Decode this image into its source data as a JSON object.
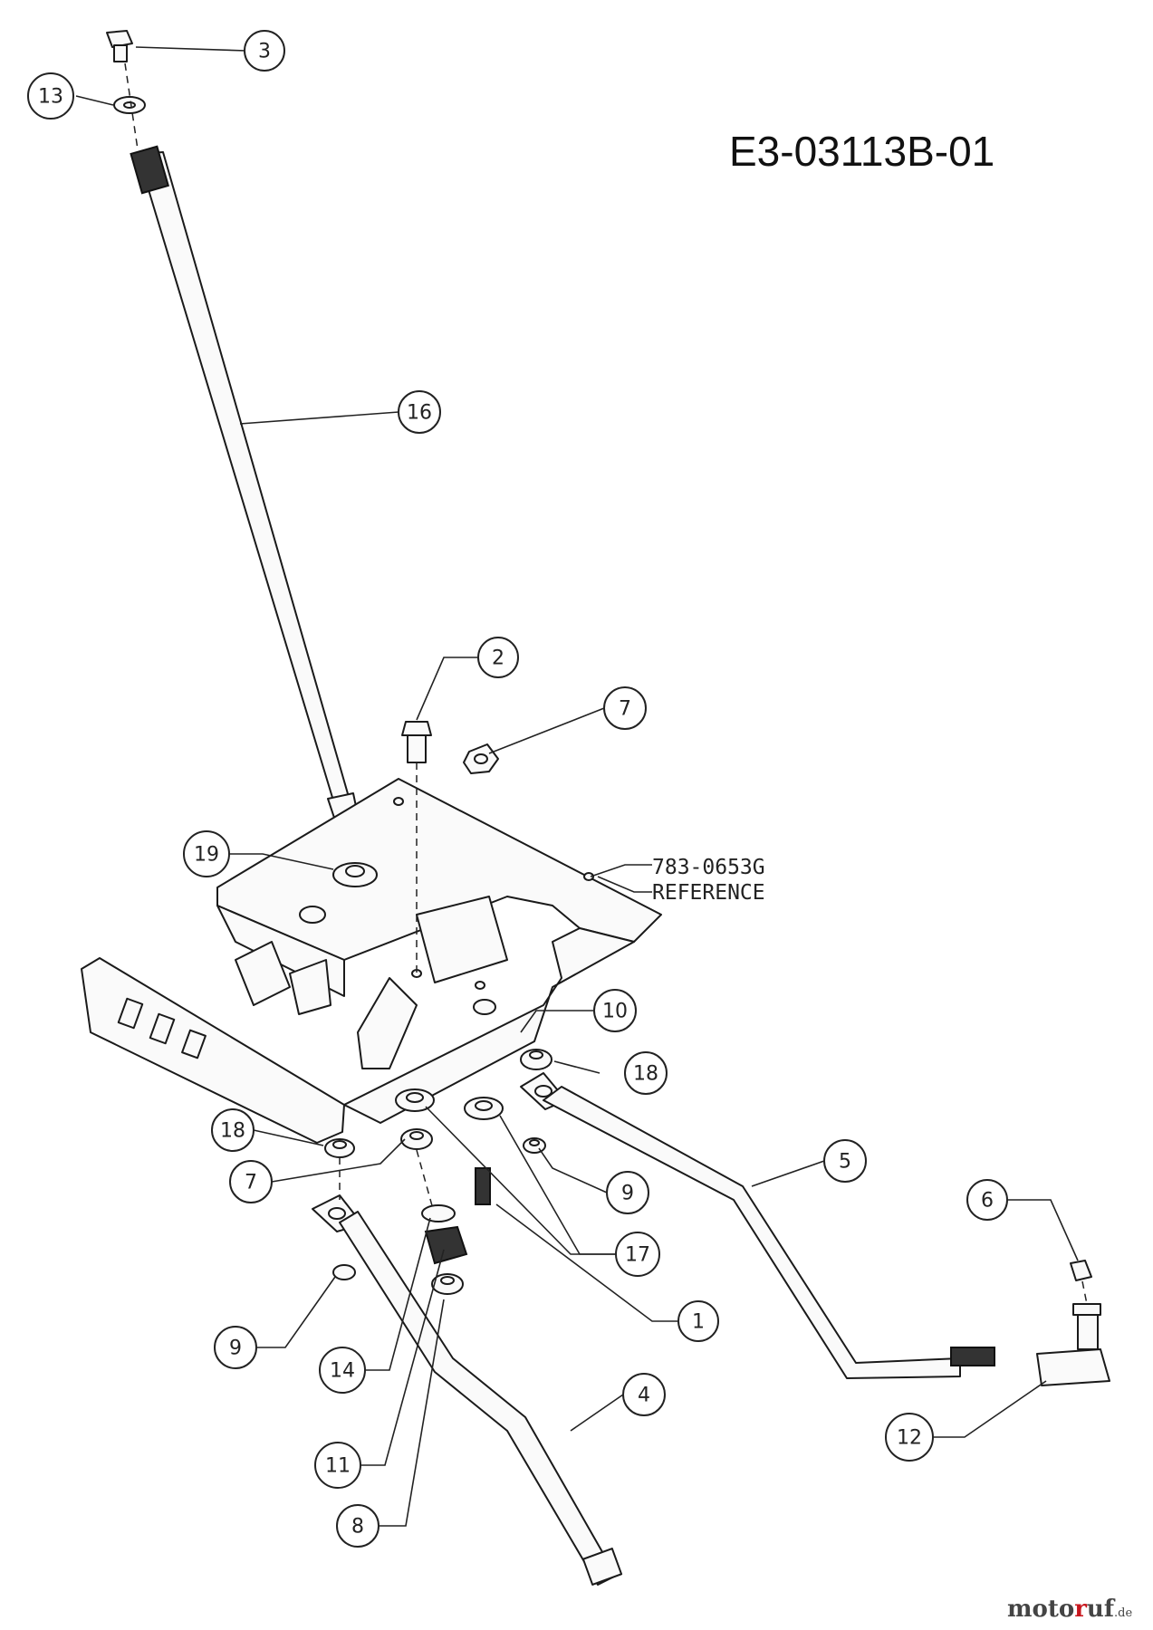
{
  "diagram": {
    "drawing_code": "E3-03113B-01",
    "reference": {
      "part_number": "783-0653G",
      "label": "REFERENCE"
    },
    "callouts": [
      {
        "id": "c3",
        "label": "3"
      },
      {
        "id": "c13",
        "label": "13"
      },
      {
        "id": "c16",
        "label": "16"
      },
      {
        "id": "c2",
        "label": "2"
      },
      {
        "id": "c7a",
        "label": "7"
      },
      {
        "id": "c19",
        "label": "19"
      },
      {
        "id": "c10",
        "label": "10"
      },
      {
        "id": "c18a",
        "label": "18"
      },
      {
        "id": "c18b",
        "label": "18"
      },
      {
        "id": "c7b",
        "label": "7"
      },
      {
        "id": "c9a",
        "label": "9"
      },
      {
        "id": "c5",
        "label": "5"
      },
      {
        "id": "c6",
        "label": "6"
      },
      {
        "id": "c17",
        "label": "17"
      },
      {
        "id": "c1",
        "label": "1"
      },
      {
        "id": "c9b",
        "label": "9"
      },
      {
        "id": "c14",
        "label": "14"
      },
      {
        "id": "c4",
        "label": "4"
      },
      {
        "id": "c12",
        "label": "12"
      },
      {
        "id": "c11",
        "label": "11"
      },
      {
        "id": "c8",
        "label": "8"
      }
    ]
  },
  "watermark": {
    "brand_pre": "moto",
    "brand_mark": "r",
    "brand_post": "uf",
    "tld": ".de"
  }
}
